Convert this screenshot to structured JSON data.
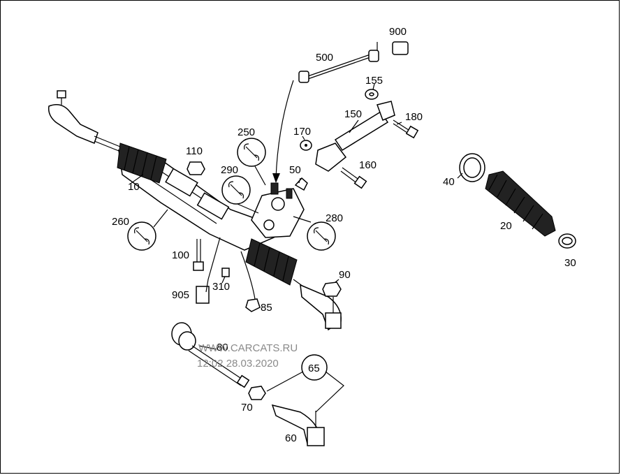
{
  "callouts": {
    "c900": "900",
    "c500": "500",
    "c155": "155",
    "c150": "150",
    "c180": "180",
    "c170": "170",
    "c250": "250",
    "c160": "160",
    "c110": "110",
    "c290": "290",
    "c50": "50",
    "c40": "40",
    "c10": "10",
    "c20": "20",
    "c260": "260",
    "c280": "280",
    "c30": "30",
    "c100": "100",
    "c90": "90",
    "c310": "310",
    "c905": "905",
    "c85": "85",
    "c80": "80",
    "c65": "65",
    "c70": "70",
    "c60": "60"
  },
  "watermark": {
    "line1": "WWW.CARCATS.RU",
    "line2": "12:02 28.03.2020"
  }
}
